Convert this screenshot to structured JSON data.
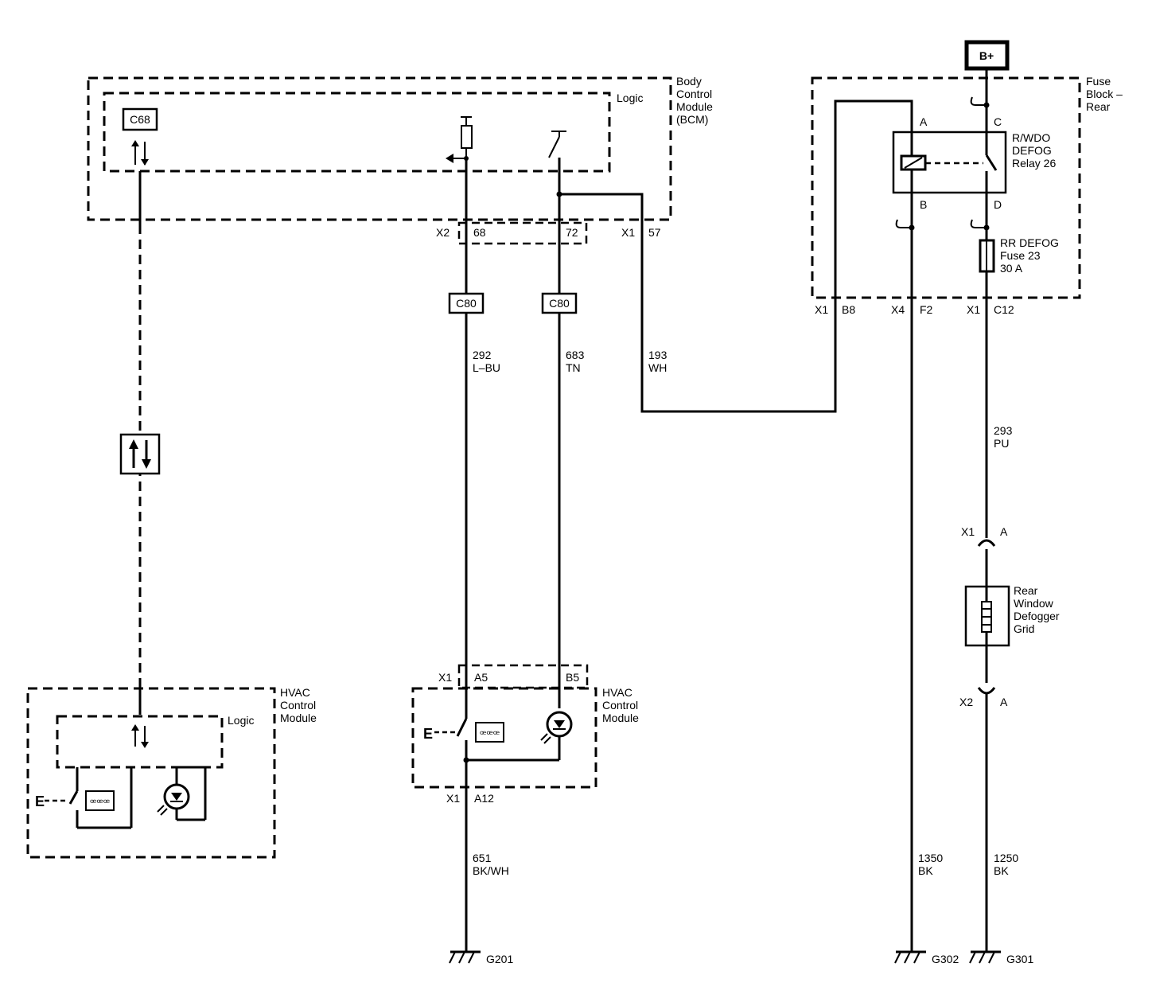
{
  "power": {
    "bplus": "B+"
  },
  "modules": {
    "bcm": {
      "name": [
        "Body",
        "Control",
        "Module",
        "(BCM)"
      ],
      "logic": "Logic",
      "c68": "C68"
    },
    "fuse_block": {
      "name": [
        "Fuse",
        "Block –",
        "Rear"
      ]
    },
    "hvac_left": {
      "name": [
        "HVAC",
        "Control",
        "Module"
      ],
      "logic": "Logic"
    },
    "hvac_mid": {
      "name": [
        "HVAC",
        "Control",
        "Module"
      ]
    }
  },
  "relay": {
    "name": [
      "R/WDO",
      "DEFOG",
      "Relay 26"
    ],
    "pin_a": "A",
    "pin_b": "B",
    "pin_c": "C",
    "pin_d": "D"
  },
  "fuse": {
    "name": [
      "RR DEFOG",
      "Fuse 23",
      "30 A"
    ]
  },
  "grid": {
    "name": [
      "Rear",
      "Window",
      "Defogger",
      "Grid"
    ]
  },
  "connectors": {
    "bcm_x2": "X2",
    "bcm_68": "68",
    "bcm_72": "72",
    "bcm_x1": "X1",
    "bcm_57": "57",
    "c80_left": "C80",
    "c80_right": "C80",
    "fb_x1_b": "X1",
    "fb_b8": "B8",
    "fb_x4": "X4",
    "fb_f2": "F2",
    "fb_x1_c": "X1",
    "fb_c12": "C12",
    "hvac_x1": "X1",
    "hvac_a5": "A5",
    "hvac_b5": "B5",
    "hvac_x1_bottom": "X1",
    "hvac_a12": "A12",
    "grid_x1": "X1",
    "grid_x1_pin": "A",
    "grid_x2": "X2",
    "grid_x2_pin": "A"
  },
  "wires": {
    "w292": {
      "circuit": "292",
      "color": "L–BU"
    },
    "w683": {
      "circuit": "683",
      "color": "TN"
    },
    "w193": {
      "circuit": "193",
      "color": "WH"
    },
    "w293": {
      "circuit": "293",
      "color": "PU"
    },
    "w651": {
      "circuit": "651",
      "color": "BK/WH"
    },
    "w1350": {
      "circuit": "1350",
      "color": "BK"
    },
    "w1250": {
      "circuit": "1250",
      "color": "BK"
    }
  },
  "grounds": {
    "g201": "G201",
    "g302": "G302",
    "g301": "G301"
  }
}
